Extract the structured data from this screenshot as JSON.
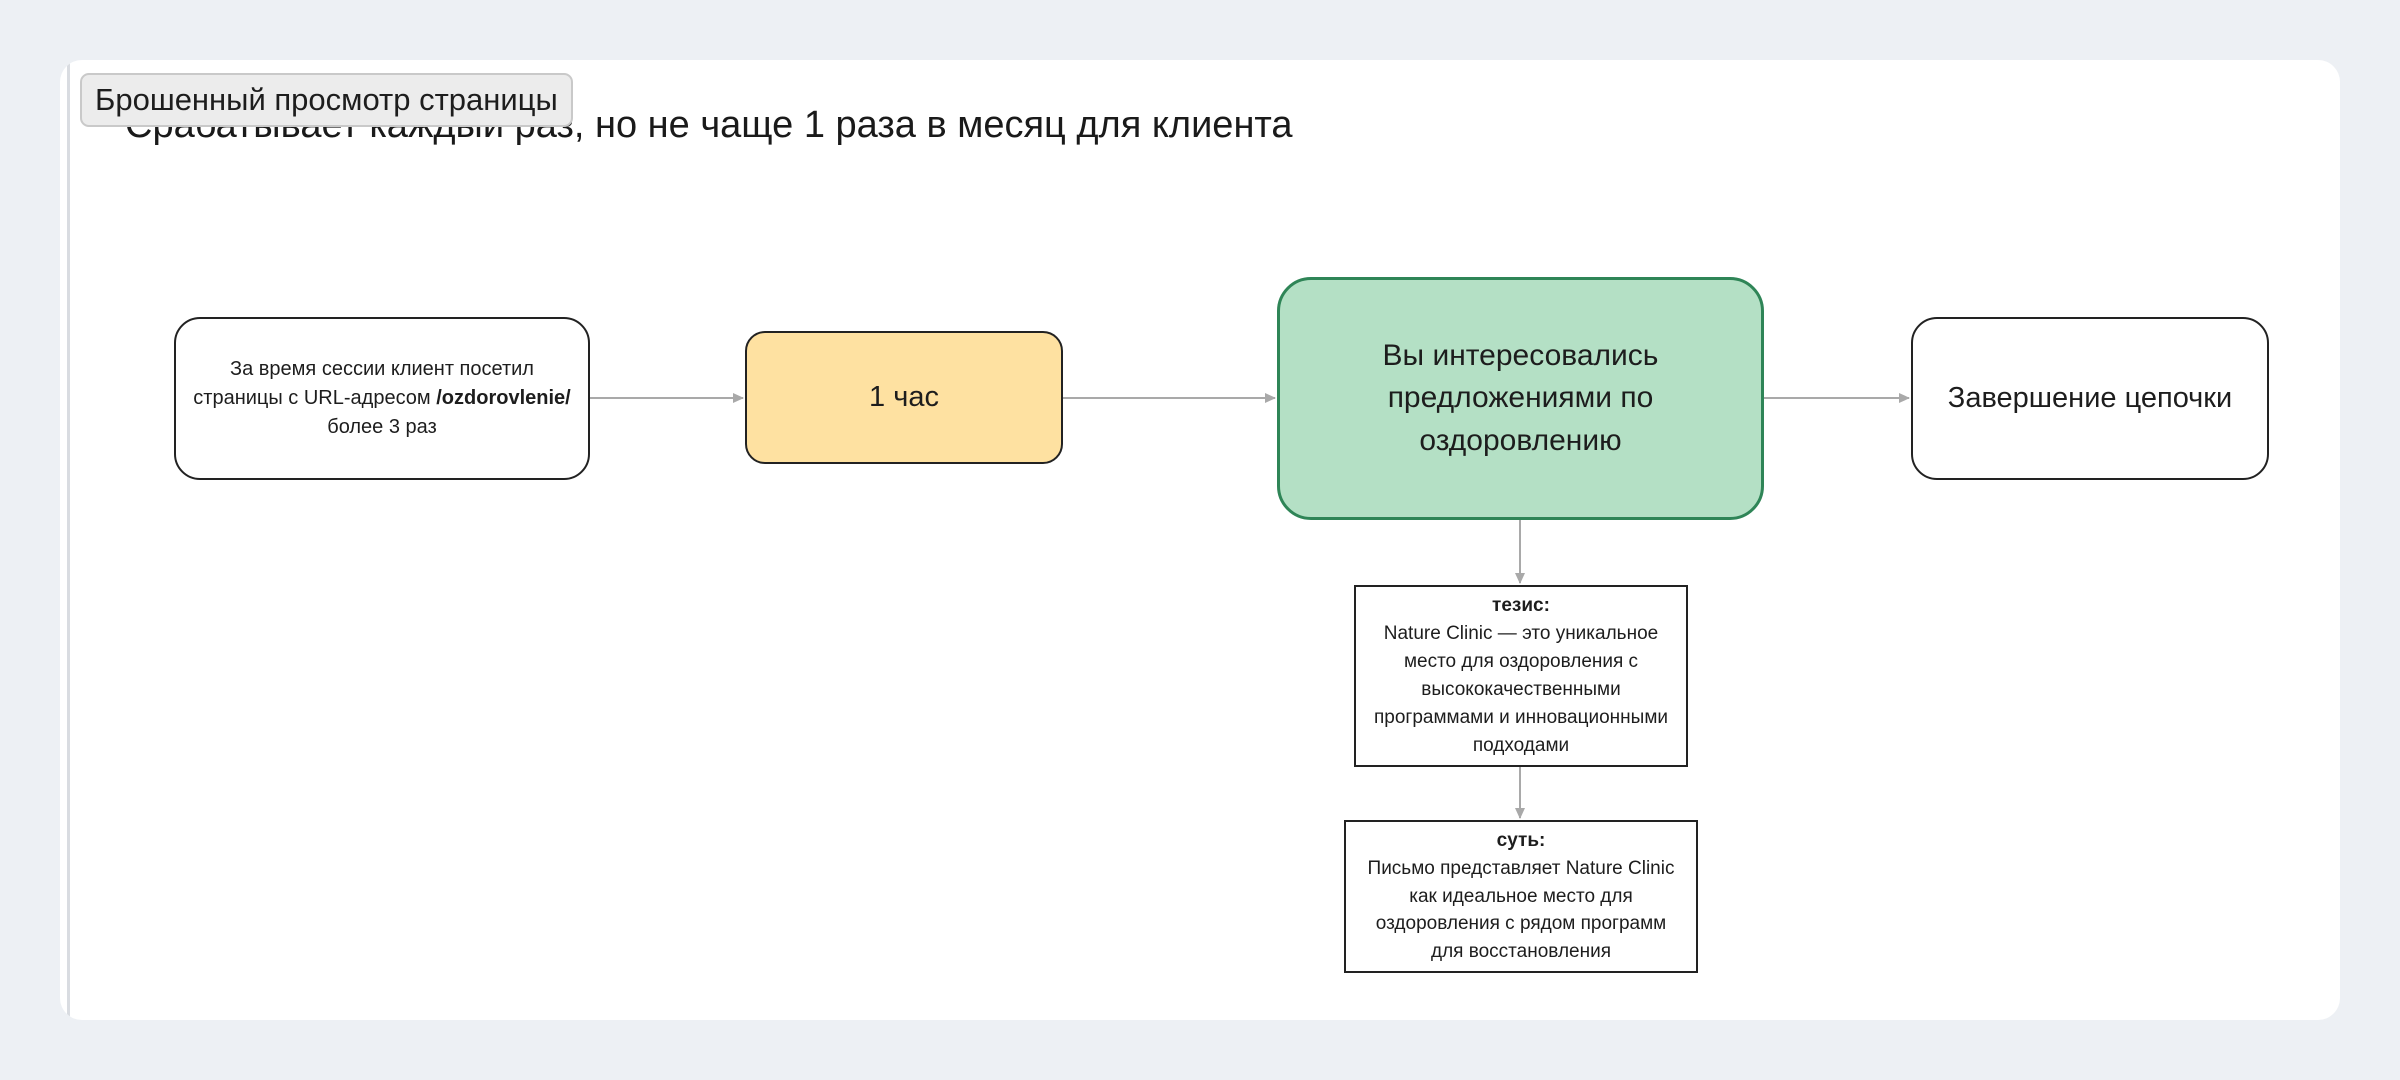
{
  "header": {
    "tab_label": "Брошенный просмотр страницы",
    "subtitle": "Срабатывает каждый раз, но не чаще 1 раза в месяц для клиента"
  },
  "flow": {
    "trigger": {
      "text_before": "За время сессии клиент посетил страницы с URL-адресом ",
      "url": "/ozdorovlenie/",
      "text_after": " более 3 раз"
    },
    "delay": {
      "label": "1 час"
    },
    "email": {
      "label": "Вы интересовались предложениями по оздоровлению"
    },
    "end": {
      "label": "Завершение цепочки"
    },
    "thesis": {
      "label": "тезис:",
      "text": "Nature Clinic — это уникальное место для оздоровления с высококачественными программами и инновационными подходами"
    },
    "essence": {
      "label": "суть:",
      "text": "Письмо представляет Nature Clinic как идеальное место для оздоровления с рядом программ для восстановления"
    }
  },
  "colors": {
    "delay_fill": "#fee1a1",
    "email_fill": "#b4e0c5",
    "email_border": "#2f8557",
    "connector": "#a9a9a9",
    "background": "#edf0f4"
  }
}
